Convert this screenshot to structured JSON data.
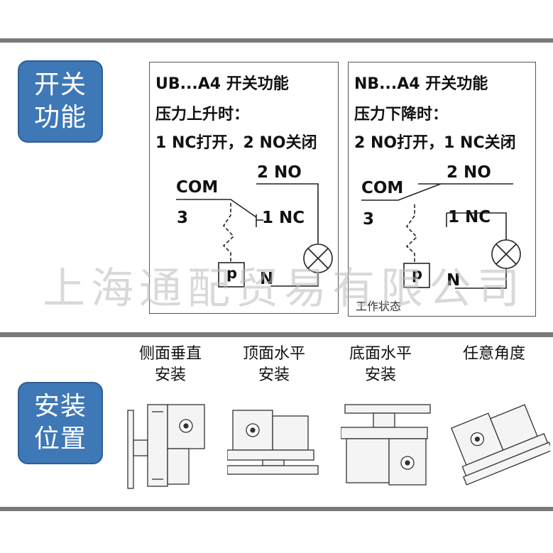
{
  "section_switch": {
    "badge_line1": "开关",
    "badge_line2": "功能"
  },
  "panel_ub": {
    "title": "UB...A4 开关功能",
    "line2": "压力上升时：",
    "line3": "1 NC打开，2 NO关闭",
    "label_no": "2  NO",
    "label_com": "COM",
    "label_3": "3",
    "label_nc": "1  NC",
    "label_p": "p",
    "label_n": "N"
  },
  "panel_nb": {
    "title": "NB...A4 开关功能",
    "line2": "压力下降时：",
    "line3": "2 NO打开，1 NC关闭",
    "label_no": "2  NO",
    "label_com": "COM",
    "label_3": "3",
    "label_nc": "1  NC",
    "label_p": "p",
    "label_n": "N",
    "state_note": "工作状态"
  },
  "watermark": "上海通配贸易有限公司",
  "section_install": {
    "badge_line1": "安装",
    "badge_line2": "位置",
    "positions": [
      {
        "line1": "侧面垂直",
        "line2": "安装"
      },
      {
        "line1": "顶面水平",
        "line2": "安装"
      },
      {
        "line1": "底面水平",
        "line2": "安装"
      },
      {
        "line1": "任意角度",
        "line2": ""
      }
    ]
  },
  "colors": {
    "badge_blue": "#3f78b7",
    "divider_gray": "#7a7a7a"
  }
}
